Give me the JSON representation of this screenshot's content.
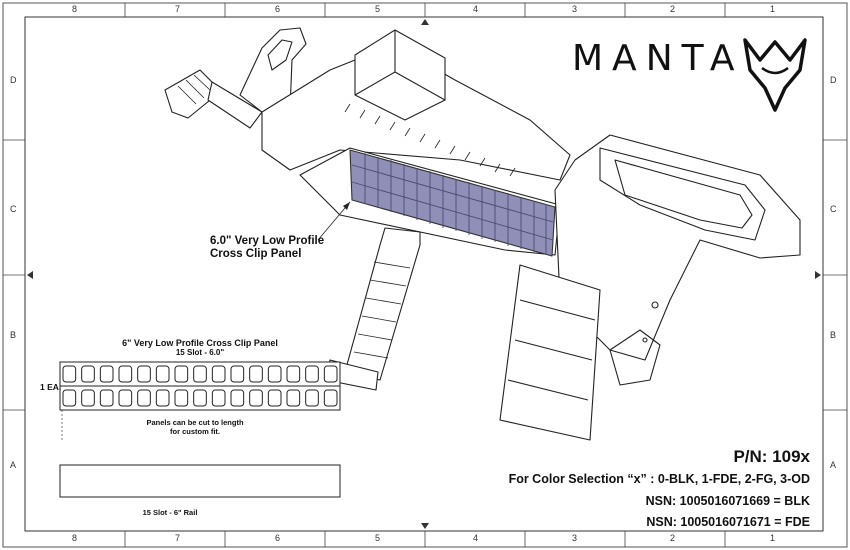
{
  "brand": {
    "name": "MANTA"
  },
  "frame": {
    "columns": [
      "8",
      "7",
      "6",
      "5",
      "4",
      "3",
      "2",
      "1"
    ],
    "rows": [
      "D",
      "C",
      "B",
      "A"
    ]
  },
  "callout": {
    "line1": "6.0\" Very Low Profile",
    "line2": "Cross Clip Panel"
  },
  "panel_detail": {
    "title": "6\" Very Low Profile Cross Clip Panel",
    "subtitle": "15 Slot - 6.0\"",
    "quantity": "1 EA.",
    "note_line1": "Panels can be cut to length",
    "note_line2": "for custom fit.",
    "rail_caption": "15 Slot - 6\" Rail"
  },
  "specs": {
    "part_number": "P/N: 109x",
    "color_selection": "For Color Selection “x” : 0-BLK, 1-FDE, 2-FG, 3-OD",
    "nsn_blk": "NSN: 1005016071669 = BLK",
    "nsn_fde": "NSN: 1005016071671 = FDE"
  },
  "colors": {
    "line": "#222222",
    "panel_accent": "#8f8fb8",
    "paper": "#ffffff"
  }
}
